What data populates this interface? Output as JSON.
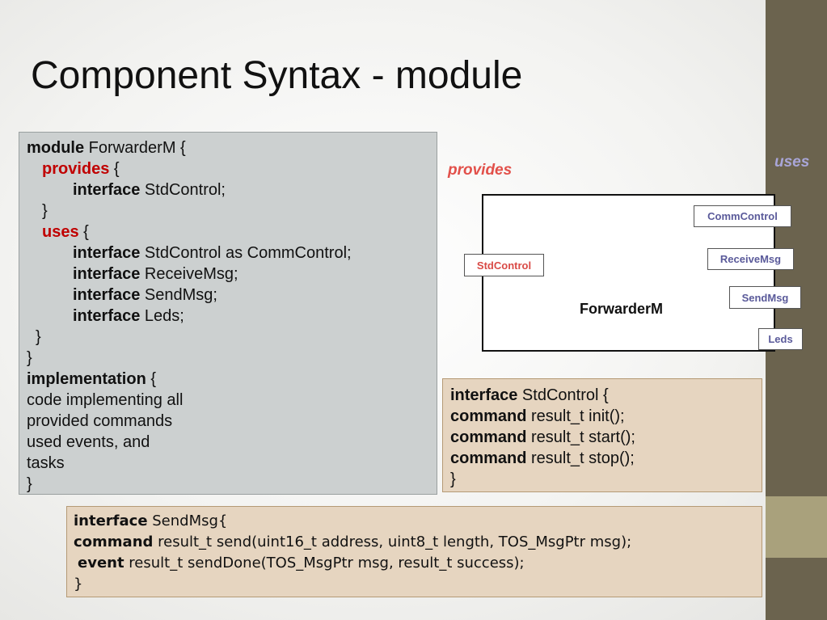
{
  "slide": {
    "title": "Component Syntax - module"
  },
  "module_code": {
    "l1_kw": "module",
    "l1_text": " ForwarderM {",
    "l2_kw": "provides",
    "l2_text": " {",
    "l3_kw": "interface",
    "l3_text": " StdControl;",
    "l4_text": "}",
    "l5_kw": "uses",
    "l5_text": " {",
    "l6_kw": "interface",
    "l6_text": " StdControl as CommControl;",
    "l7_kw": "interface",
    "l7_text": " ReceiveMsg;",
    "l8_kw": "interface",
    "l8_text": " SendMsg;",
    "l9_kw": "interface",
    "l9_text": " Leds;",
    "l10_text": "}",
    "l11_text": "}",
    "l12_kw": "implementation",
    "l12_text": " {",
    "l13_text": "code implementing all",
    "l14_text": "provided commands",
    "l15_text": "used events, and",
    "l16_text": "tasks",
    "l17_text": "}"
  },
  "diagram": {
    "provides_label": "provides",
    "uses_label": "uses",
    "component_name": "ForwarderM",
    "provided_ports": [
      "StdControl"
    ],
    "used_ports": [
      "CommControl",
      "ReceiveMsg",
      "SendMsg",
      "Leds"
    ]
  },
  "stdcontrol_interface": {
    "l1_kw": "interface",
    "l1_text": " StdControl {",
    "l2_kw": "command",
    "l2_text": " result_t init();",
    "l3_kw": "command",
    "l3_text": " result_t start();",
    "l4_kw": "command",
    "l4_text": " result_t stop();",
    "l5_text": "}"
  },
  "sendmsg_interface": {
    "l1_kw": "interface",
    "l1_text": " SendMsg{",
    "l2_kw": "command",
    "l2_text": " result_t send(uint16_t address, uint8_t length, TOS_MsgPtr msg);",
    "l3_kw": "event",
    "l3_text": " result_t sendDone(TOS_MsgPtr msg, result_t success);",
    "l4_text": "}"
  },
  "colors": {
    "sidebar": "#6b634e",
    "sidebar_band": "#a9a17c",
    "keyword_red": "#c00000",
    "provides_label": "#e2504a",
    "uses_label": "#a9a6d8",
    "code_panel": "#ccd0d0",
    "interface_panel": "#e6d5c0"
  }
}
